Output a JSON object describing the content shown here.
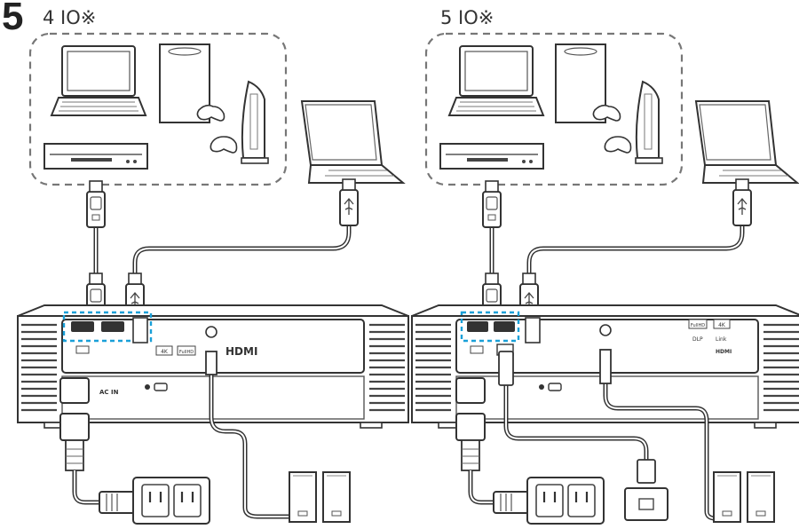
{
  "step_number": "5",
  "panels": [
    {
      "caption": "4 IO※",
      "port_labels": {
        "ac_in": "AC IN",
        "logo_hdmi": "HDMI",
        "badge_4k": "4K",
        "badge_fullhd": "FullHD"
      }
    },
    {
      "caption": "5 IO※",
      "port_labels": {
        "badge_fullhd": "FullHD",
        "badge_4k": "4K",
        "badge_dlp": "DLP",
        "badge_link": "Link",
        "logo_hdmi": "HDMI"
      }
    }
  ]
}
